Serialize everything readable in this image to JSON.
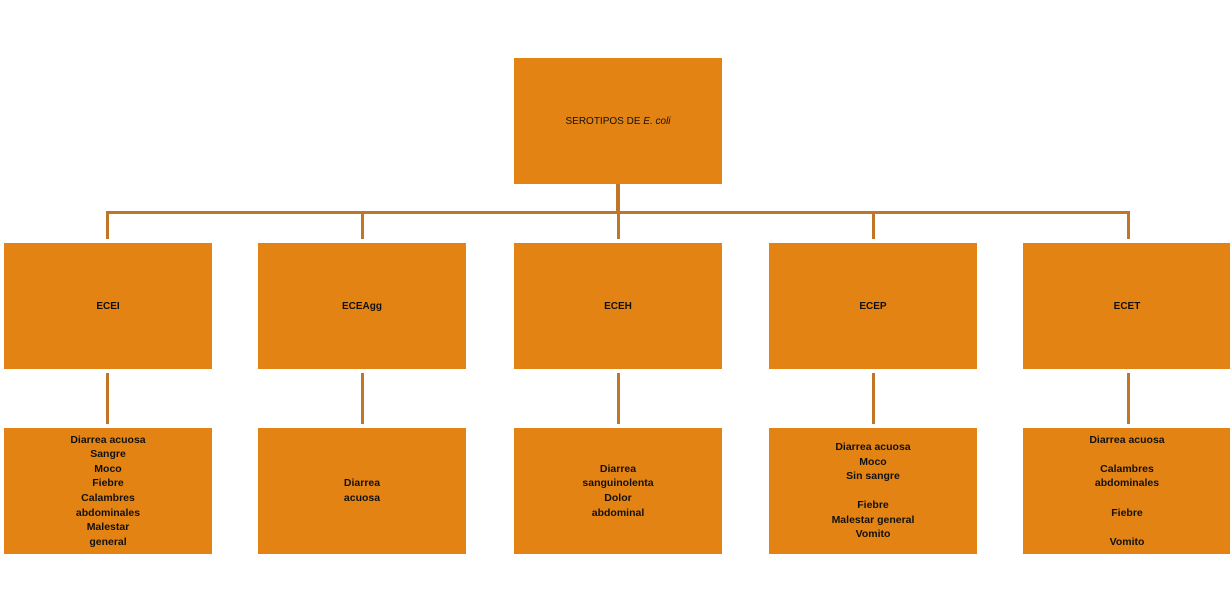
{
  "root": {
    "label_prefix": "SEROTIPOS DE ",
    "label_italic": "E. coli"
  },
  "colors": {
    "box_fill": "#e38313",
    "connector": "#c07528"
  },
  "serotypes": [
    {
      "label": "ECEI",
      "symptoms": [
        "Diarrea acuosa",
        "Sangre",
        "Moco",
        "Fiebre",
        "Calambres",
        "abdominales",
        "Malestar",
        "general"
      ]
    },
    {
      "label": "ECEAgg",
      "symptoms": [
        "Diarrea",
        "acuosa"
      ]
    },
    {
      "label": "ECEH",
      "symptoms": [
        "Diarrea",
        "sanguinolenta",
        "Dolor",
        "abdominal"
      ]
    },
    {
      "label": "ECEP",
      "symptoms": [
        "Diarrea acuosa",
        "Moco",
        "Sin sangre",
        "",
        "Fiebre",
        "Malestar general",
        "Vomito"
      ]
    },
    {
      "label": "ECET",
      "symptoms": [
        "Diarrea acuosa",
        "",
        "Calambres",
        "abdominales",
        "",
        "Fiebre",
        "",
        "Vomito"
      ]
    }
  ]
}
